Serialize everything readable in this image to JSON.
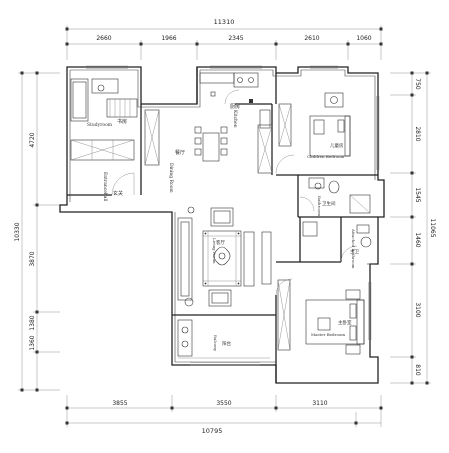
{
  "dimensions": {
    "top_total": "11310",
    "top_segments": [
      "2660",
      "1966",
      "2345",
      "2610",
      "1060"
    ],
    "bottom_total": "10795",
    "bottom_segments": [
      "3855",
      "3550",
      "3110"
    ],
    "left_total": "10330",
    "left_segments": [
      "4720",
      "3870",
      "1380",
      "1360"
    ],
    "right_total": "11065",
    "right_segments": [
      "750",
      "2810",
      "1545",
      "1460",
      "3100",
      "810"
    ]
  },
  "rooms": {
    "study": "书房",
    "study_en": "Studyroom",
    "kitchen": "厨房",
    "kitchen_en": "Kitchen",
    "dining": "餐厅",
    "dining_en": "Dining Room",
    "entrance": "玄关",
    "entrance_en": "Entrancehall",
    "childrens": "儿童房",
    "childrens_en": "Children Bedroom",
    "bathroom": "卫生间",
    "bathroom_en": "Bathroom",
    "attached": "主卫",
    "attached_en": "Attached Bathroom",
    "living": "客厅",
    "living_en": "Living Room",
    "master": "主卧室",
    "master_en": "Master Bedroom",
    "balcony": "阳台",
    "balcony_en": "Balcony"
  }
}
